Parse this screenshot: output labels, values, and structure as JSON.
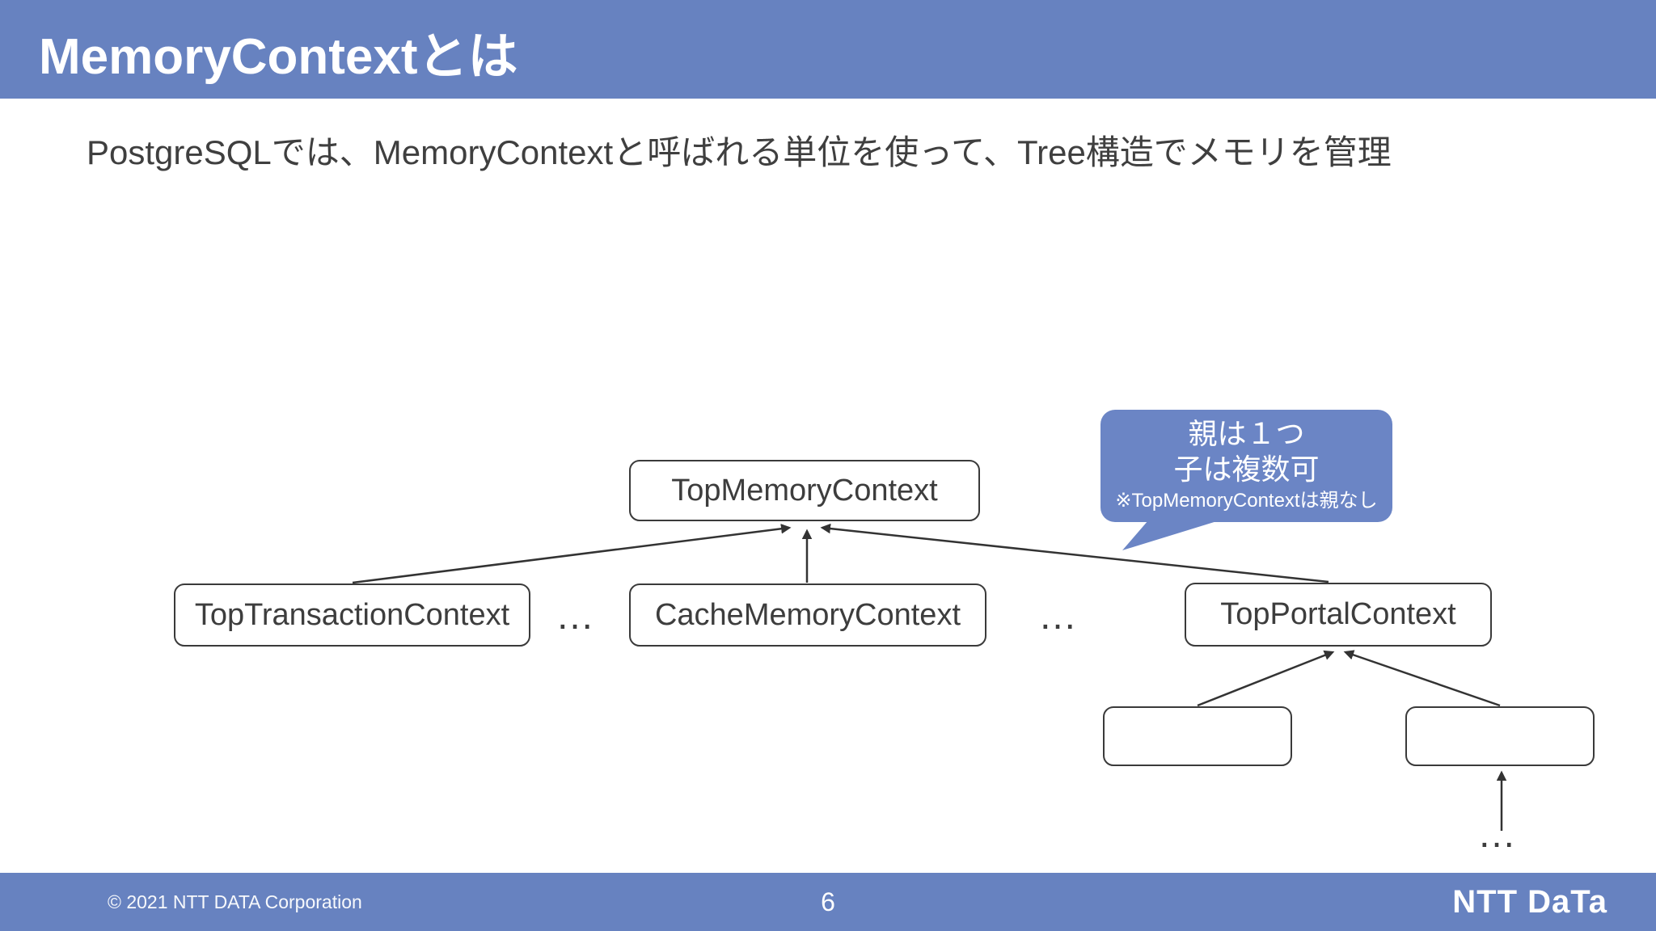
{
  "header": {
    "title": "MemoryContextとは"
  },
  "body": {
    "lead": "PostgreSQLでは、MemoryContextと呼ばれる単位を使って、Tree構造でメモリを管理"
  },
  "diagram": {
    "nodes": {
      "top": "TopMemoryContext",
      "transaction": "TopTransactionContext",
      "cache": "CacheMemoryContext",
      "portal": "TopPortalContext",
      "portal_child_left": "",
      "portal_child_right": ""
    },
    "ellipsis": "…",
    "callout": {
      "line1": "親は１つ",
      "line2": "子は複数可",
      "note": "※TopMemoryContextは親なし"
    }
  },
  "footer": {
    "copyright": "© 2021 NTT DATA Corporation",
    "page_number": "6",
    "logo_text": "NTT DaTa"
  },
  "colors": {
    "accent_blue": "#6782c0",
    "callout_blue": "#6b85c5",
    "line_color": "#333333"
  }
}
